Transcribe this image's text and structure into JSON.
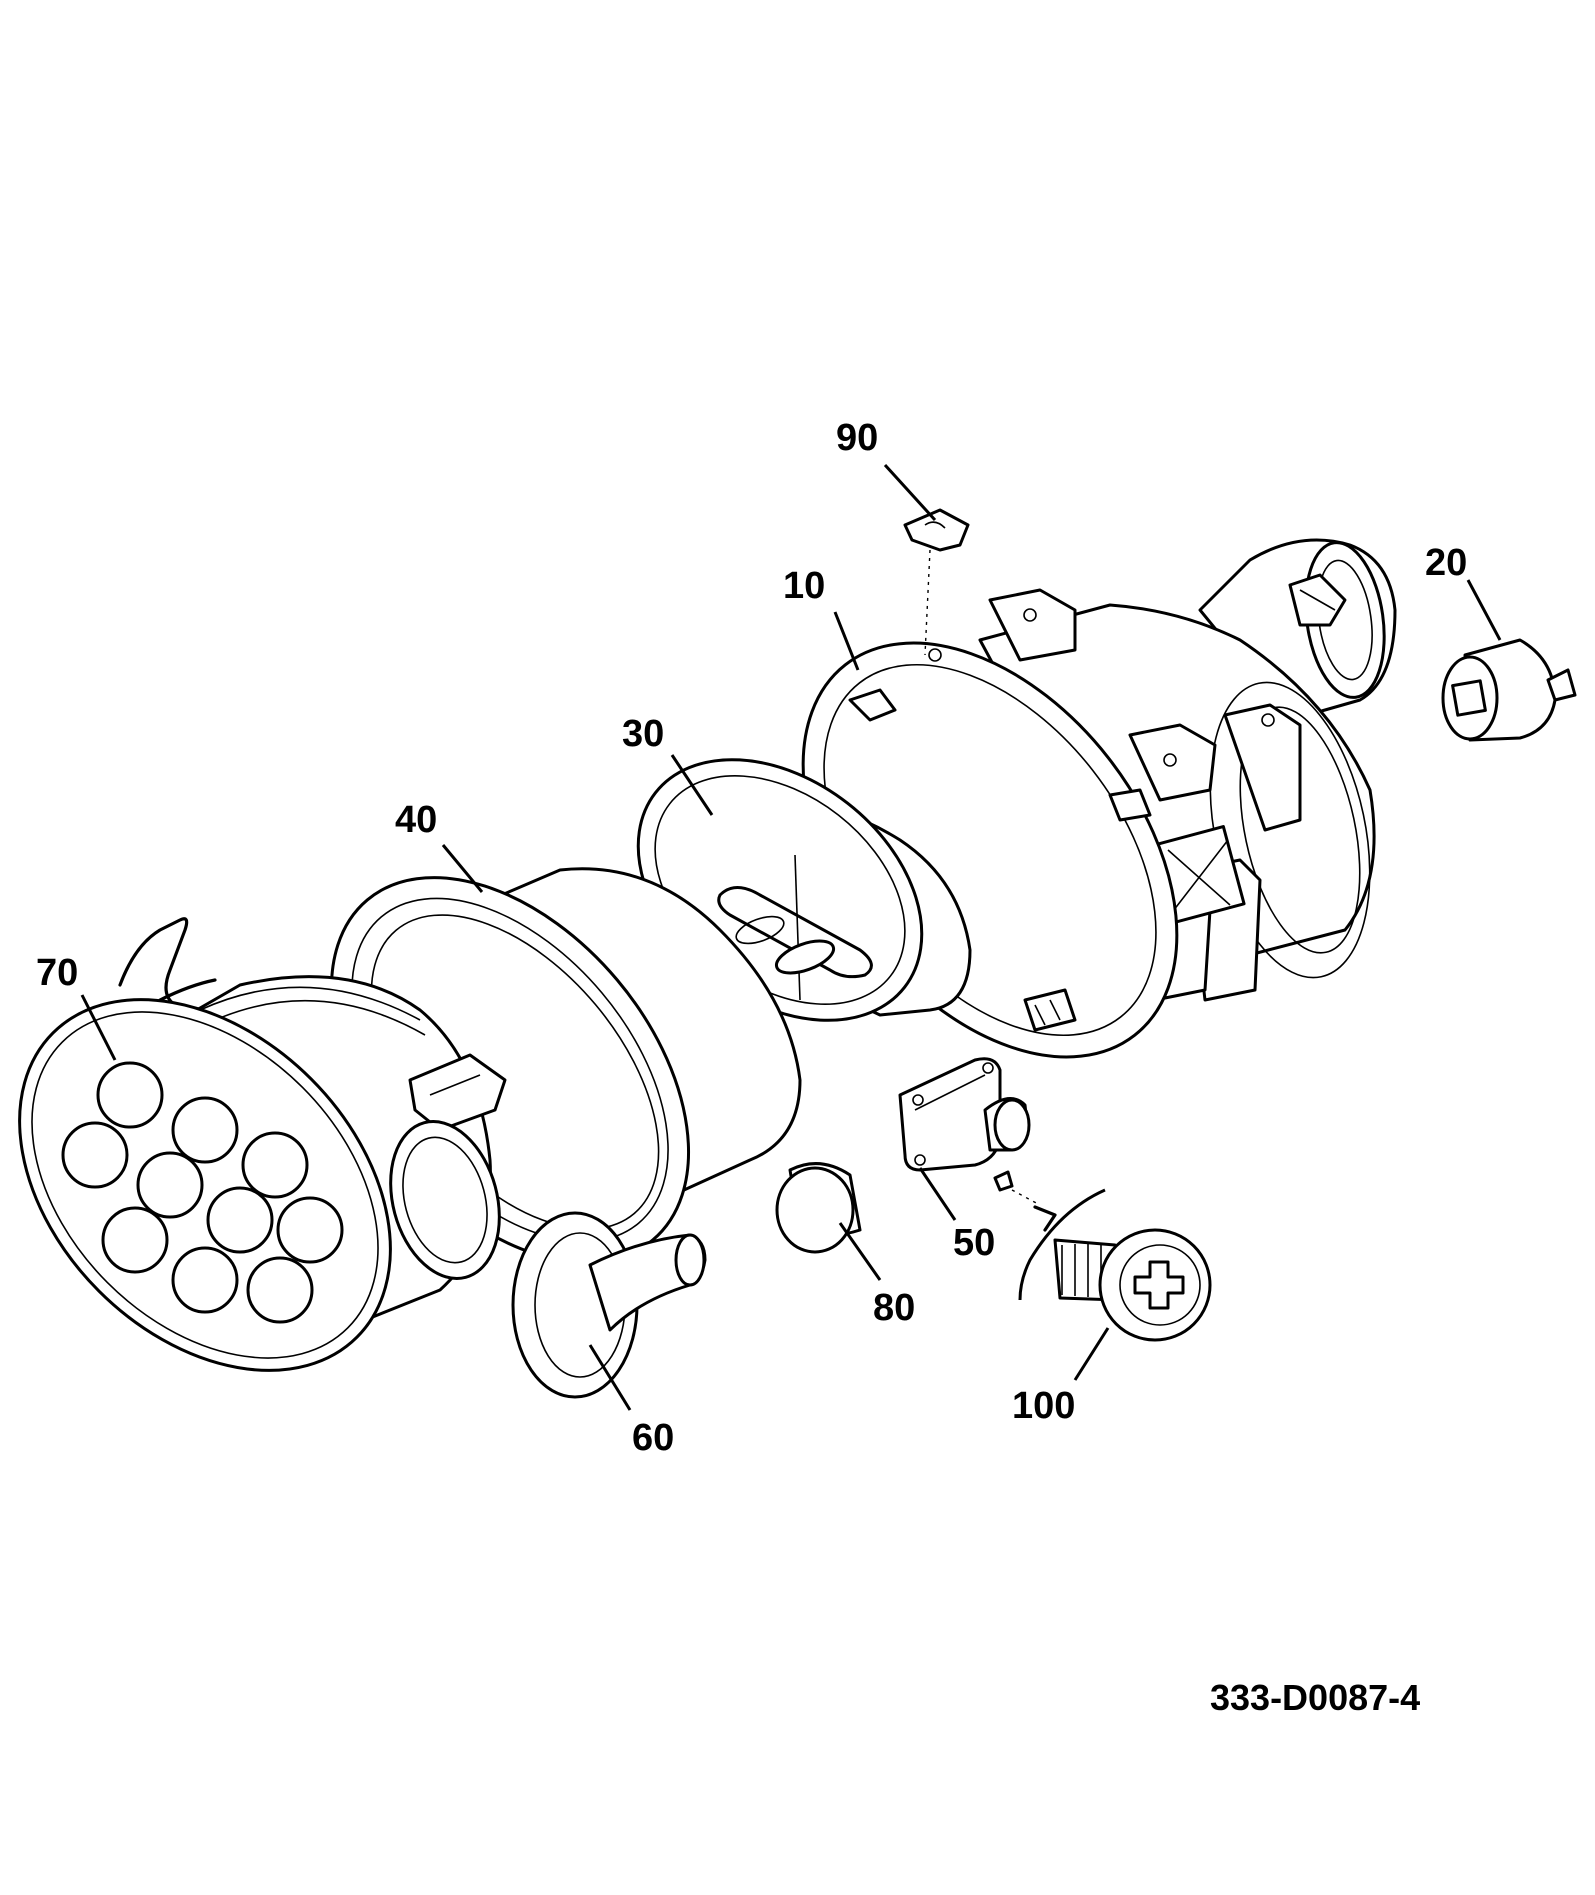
{
  "drawing_number": "333-D0087-4",
  "callouts": [
    {
      "id": "callout-90",
      "label": "90"
    },
    {
      "id": "callout-20",
      "label": "20"
    },
    {
      "id": "callout-10",
      "label": "10"
    },
    {
      "id": "callout-30",
      "label": "30"
    },
    {
      "id": "callout-40",
      "label": "40"
    },
    {
      "id": "callout-70",
      "label": "70"
    },
    {
      "id": "callout-50",
      "label": "50"
    },
    {
      "id": "callout-80",
      "label": "80"
    },
    {
      "id": "callout-60",
      "label": "60"
    },
    {
      "id": "callout-100",
      "label": "100"
    }
  ]
}
